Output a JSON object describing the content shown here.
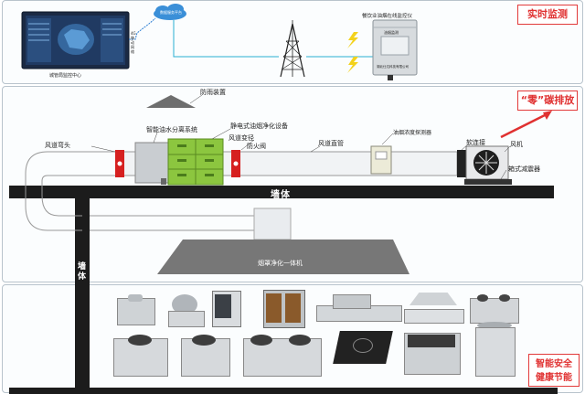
{
  "top_panel": {
    "label": "实时监测",
    "monitor_caption": "城管局监控中心",
    "network_caption": "4G 移动网络",
    "cloud_caption": "数据服务平台",
    "instrument_title": "餐饮业油烟在线监控仪",
    "instrument_screen": "油烟监测",
    "instrument_foot": "湖北仕达科技有限公司"
  },
  "mid_panel": {
    "label": "“零”碳排放",
    "rain_cap": "防雨装置",
    "separator": "智能油水分离系统",
    "esp": "静电式油烟净化设备",
    "reducer": "风道变径",
    "fire_valve": "防火阀",
    "elbow": "风道弯头",
    "straight_duct": "风道直管",
    "detector": "油烟浓度探测器",
    "soft_joint": "软连接",
    "fan": "风机",
    "damper": "箱式减震器",
    "wall": "墙体",
    "wall_vertical": "墙体",
    "hood": "烟罩净化一体机"
  },
  "bottom_panel": {
    "label_line1": "智能安全",
    "label_line2": "健康节能"
  },
  "colors": {
    "accent_red": "#e03131",
    "wall": "#1c1c1c",
    "esp_green": "#8cc63f",
    "duct": "#e9ecef"
  }
}
